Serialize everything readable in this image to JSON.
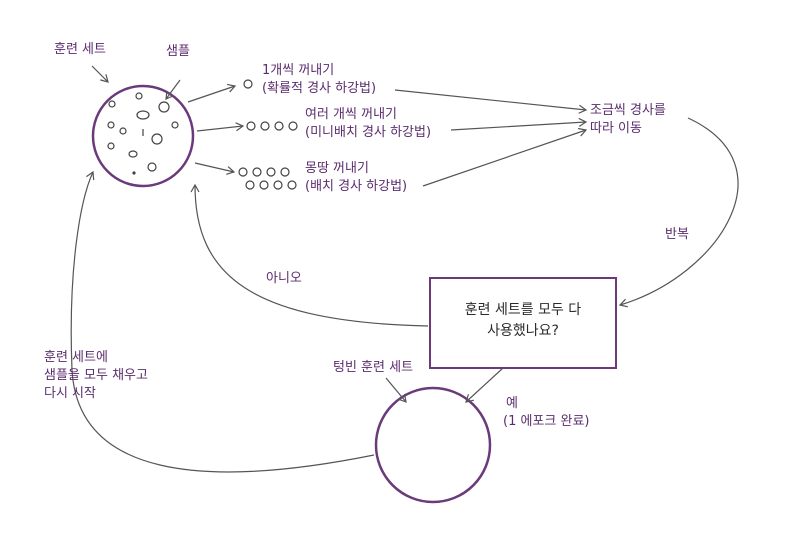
{
  "labels": {
    "training_set": "훈련 세트",
    "sample": "샘플",
    "sgd_take": "1개씩 꺼내기",
    "sgd_name": "(확률적 경사 하강법)",
    "mini_take": "여러 개씩 꺼내기",
    "mini_name": "(미니배치 경사 하강법)",
    "batch_take": "몽땅 꺼내기",
    "batch_name": "(배치 경사 하강법)",
    "move_line1": "조금씩 경사를",
    "move_line2": "따라 이동",
    "repeat": "반복",
    "no": "아니오",
    "question_line1": "훈련 세트를 모두 다",
    "question_line2": "사용했나요?",
    "yes": "예",
    "epoch_done": "(1 에포크 완료)",
    "empty_set": "텅빈 훈련 세트",
    "refill_line1": "훈련 세트에",
    "refill_line2": "샘플을 모두 채우고",
    "refill_line3": "다시 시작"
  },
  "colors": {
    "accent": "#5b2d6e",
    "ink": "#2b2b2b",
    "line": "#555555",
    "box_border": "#6a3a7a"
  }
}
